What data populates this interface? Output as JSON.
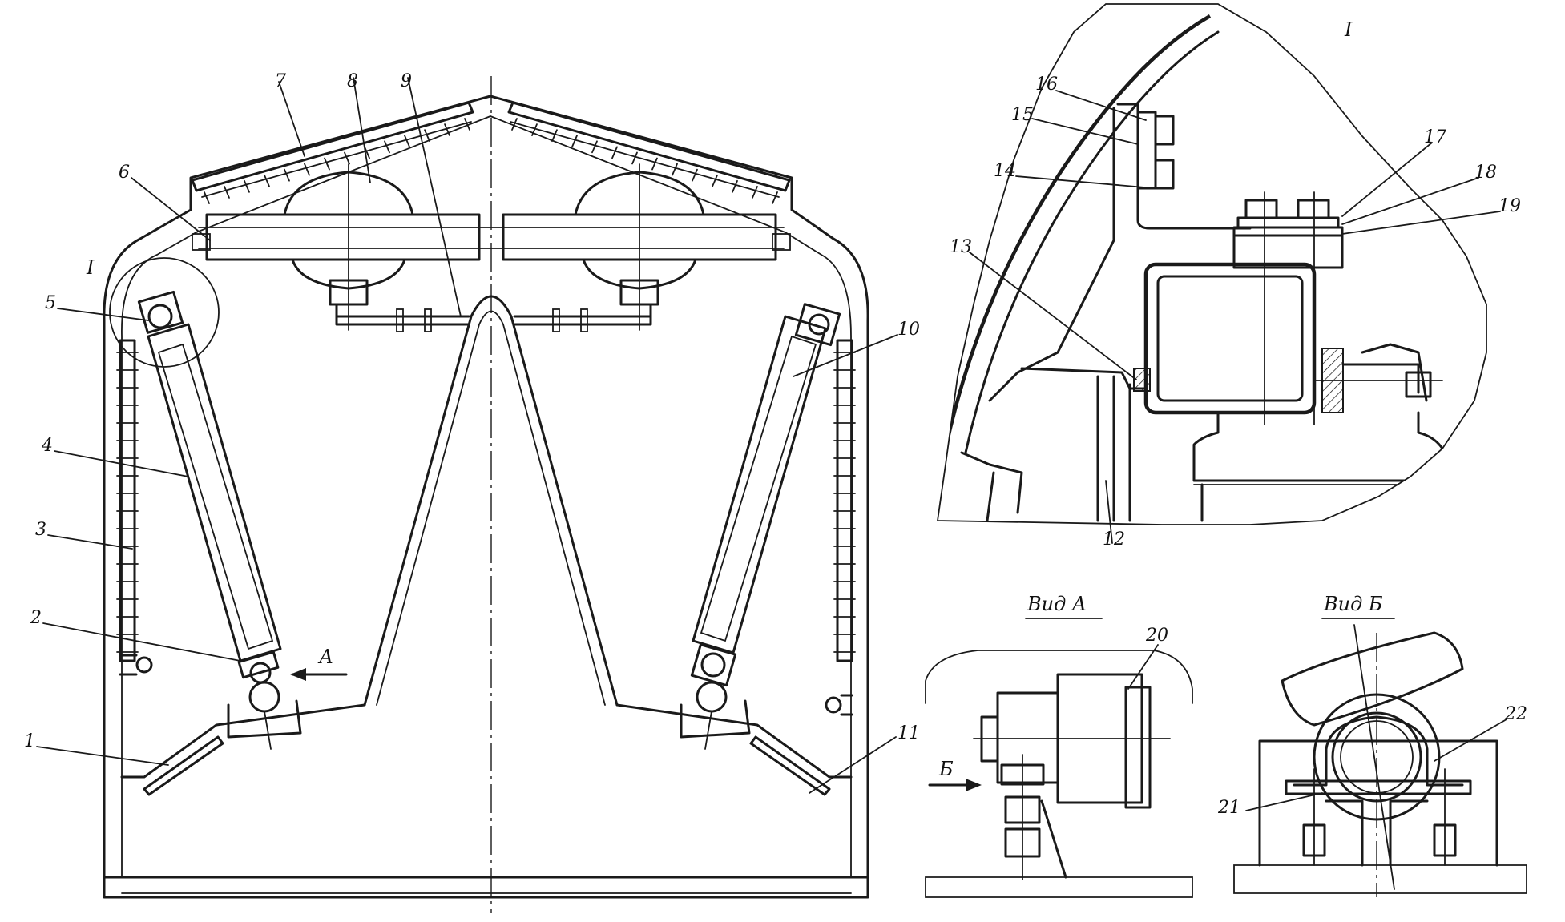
{
  "titles": {
    "detail": "I",
    "view_a": "Вид А",
    "view_b": "Вид Б",
    "callout_i": "I",
    "arrow_a": "А",
    "arrow_b": "Б"
  },
  "labels": {
    "n1": "1",
    "n2": "2",
    "n3": "3",
    "n4": "4",
    "n5": "5",
    "n6": "6",
    "n7": "7",
    "n8": "8",
    "n9": "9",
    "n10": "10",
    "n11": "11",
    "n12": "12",
    "n13": "13",
    "n14": "14",
    "n15": "15",
    "n16": "16",
    "n17": "17",
    "n18": "18",
    "n19": "19",
    "n20": "20",
    "n21": "21",
    "n22": "22"
  }
}
